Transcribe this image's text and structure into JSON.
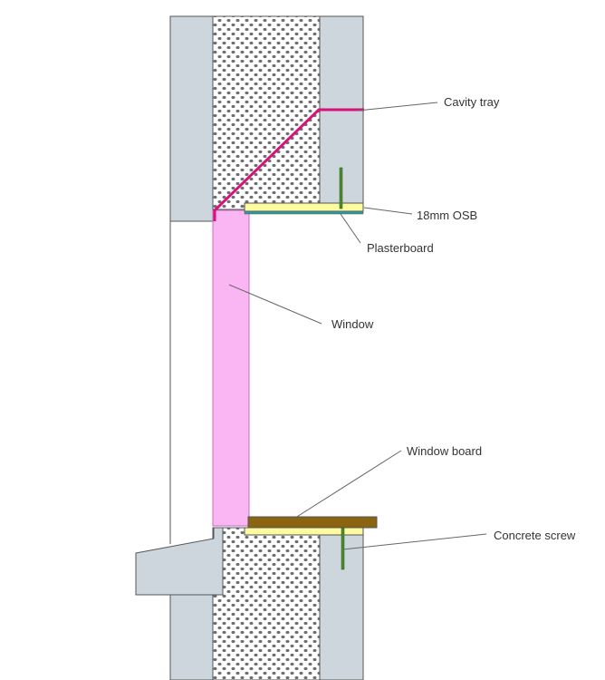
{
  "labels": {
    "cavity_tray": "Cavity tray",
    "osb": "18mm OSB",
    "plasterboard": "Plasterboard",
    "window": "Window",
    "window_board": "Window board",
    "concrete_screw": "Concrete screw"
  },
  "colors": {
    "block": "#cdd6dc",
    "insulation_bg": "#ffffff",
    "insulation_dot": "#6e6e6e",
    "window": "#f9b6f2",
    "window_edge": "#c070c0",
    "cavity_tray": "#d8127a",
    "osb": "#fdfaa0",
    "plasterboard": "#2d9aa0",
    "window_board": "#8a6410",
    "screw": "#4c8a2e",
    "sill": "#cdd6dc"
  }
}
